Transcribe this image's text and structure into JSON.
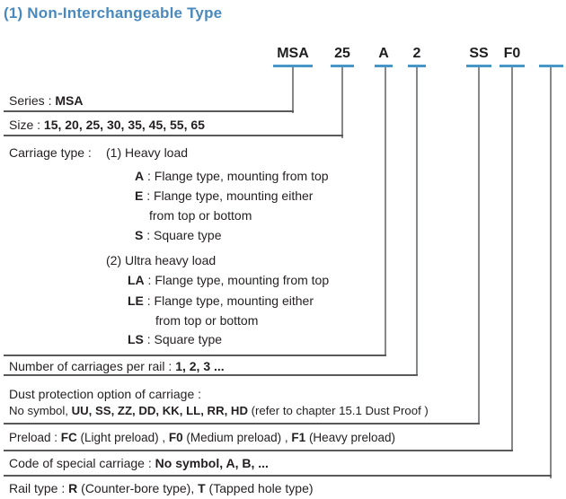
{
  "title": "(1) Non-Interchangeable Type",
  "model_code": {
    "example": "MSA 25 A 2 SS F0",
    "segments": [
      "MSA",
      "25",
      "A",
      "2",
      "SS",
      "F0",
      ""
    ]
  },
  "colors": {
    "title_blue": "#4a89bd",
    "code_underline_blue": "#4796c8",
    "divider_gray": "#59595c",
    "connector_gray": "#85878a",
    "text": "#231f20"
  },
  "lines": {
    "series": [
      {
        "t": "Series : "
      },
      {
        "t": "MSA",
        "b": true
      }
    ],
    "size": [
      {
        "t": "Size : "
      },
      {
        "t": "15, 20, 25, 30, 35, 45, 55, 65",
        "b": true
      }
    ],
    "carriage_label": [
      {
        "t": "Carriage type :"
      }
    ],
    "carriage_h1": [
      {
        "t": "(1) Heavy load"
      }
    ],
    "carriage_a": [
      {
        "t": "A",
        "b": true
      },
      {
        "t": " : Flange type, mounting from top"
      }
    ],
    "carriage_e": [
      {
        "t": "E",
        "b": true
      },
      {
        "t": " : Flange type, mounting either"
      }
    ],
    "carriage_e2": [
      {
        "t": "from top or bottom"
      }
    ],
    "carriage_s": [
      {
        "t": "S",
        "b": true
      },
      {
        "t": " : Square type"
      }
    ],
    "carriage_h2": [
      {
        "t": "(2) Ultra heavy load"
      }
    ],
    "carriage_la": [
      {
        "t": "LA",
        "b": true
      },
      {
        "t": " : Flange type, mounting from top"
      }
    ],
    "carriage_le": [
      {
        "t": "LE",
        "b": true
      },
      {
        "t": " : Flange type, mounting either"
      }
    ],
    "carriage_le2": [
      {
        "t": "from top or bottom"
      }
    ],
    "carriage_ls": [
      {
        "t": "LS",
        "b": true
      },
      {
        "t": " : Square type"
      }
    ],
    "number": [
      {
        "t": "Number of carriages per rail : "
      },
      {
        "t": "1, 2, 3 ...",
        "b": true
      }
    ],
    "dust_1": [
      {
        "t": "Dust protection option of carriage :"
      }
    ],
    "dust_2": [
      {
        "t": "No symbol, "
      },
      {
        "t": "UU, SS, ZZ, DD, KK, LL, RR, HD",
        "b": true
      },
      {
        "t": "  (refer to chapter 15.1 Dust Proof )"
      }
    ],
    "preload": [
      {
        "t": "Preload : "
      },
      {
        "t": "FC",
        "b": true
      },
      {
        "t": " (Light preload) , "
      },
      {
        "t": "F0",
        "b": true
      },
      {
        "t": " (Medium preload) , "
      },
      {
        "t": "F1",
        "b": true
      },
      {
        "t": " (Heavy preload)"
      }
    ],
    "special": [
      {
        "t": "Code of special carriage : "
      },
      {
        "t": "No symbol, A, B,  ...",
        "b": true
      }
    ],
    "rail": [
      {
        "t": "Rail type : "
      },
      {
        "t": "R",
        "b": true
      },
      {
        "t": " (Counter-bore type), "
      },
      {
        "t": "T",
        "b": true
      },
      {
        "t": " (Tapped hole type)"
      }
    ]
  }
}
